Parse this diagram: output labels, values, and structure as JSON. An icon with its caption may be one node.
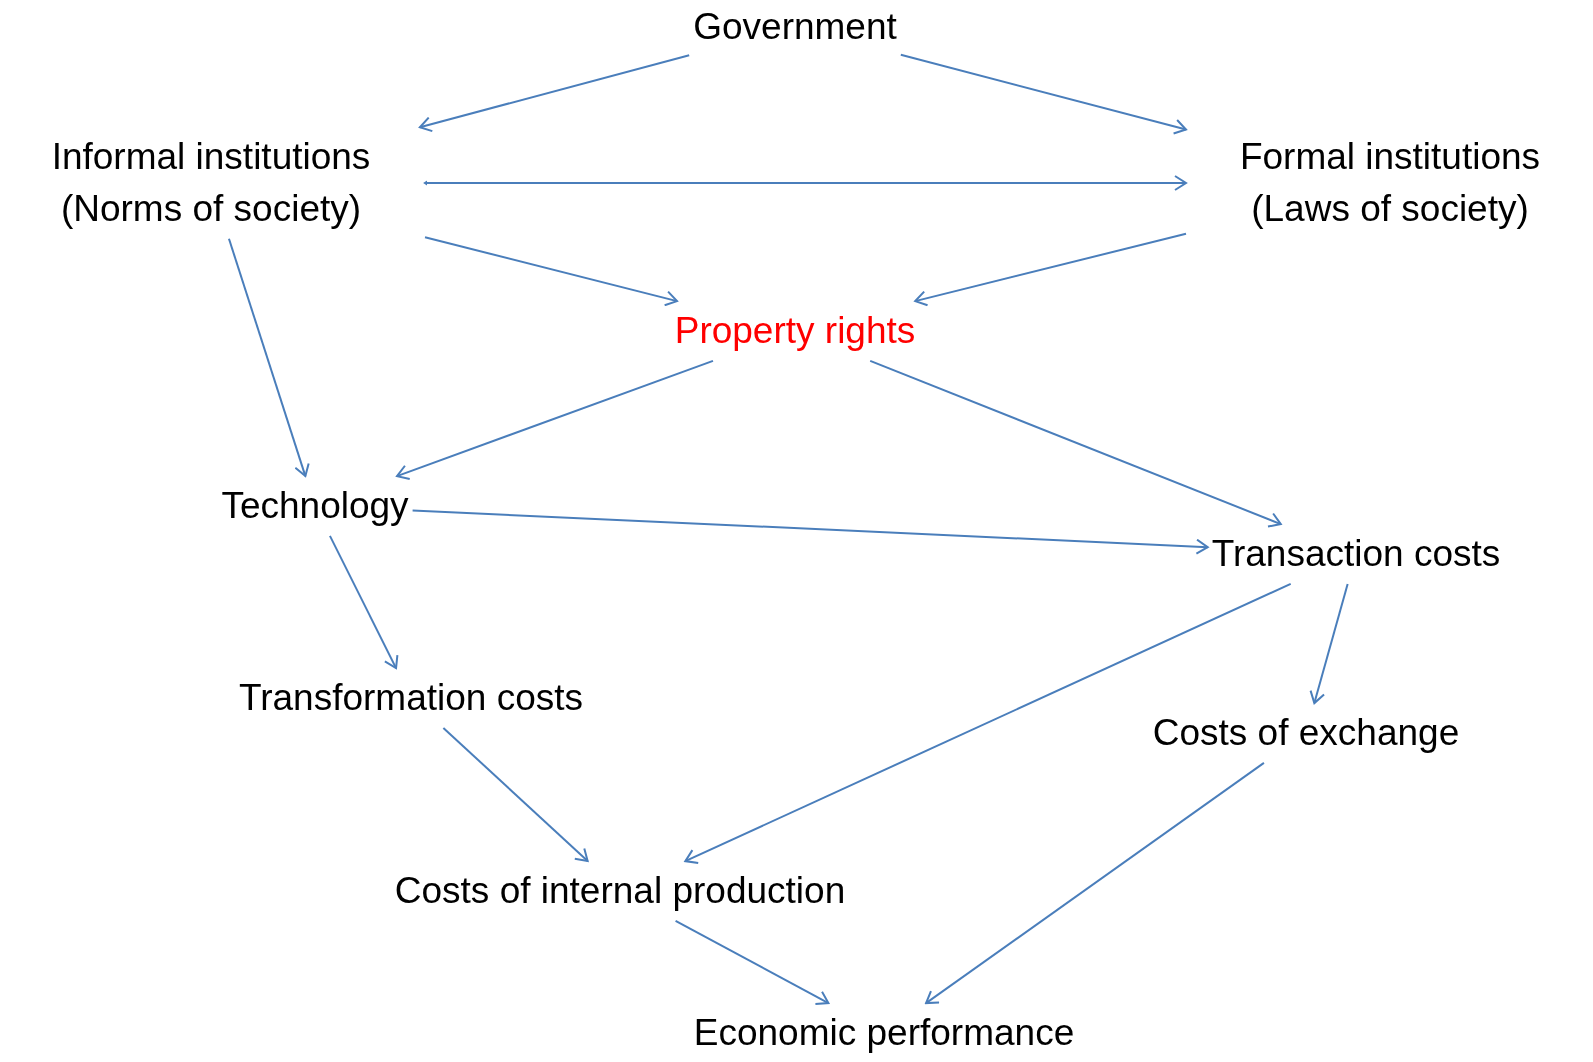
{
  "diagram": {
    "nodes": [
      {
        "text": [
          "Government"
        ]
      },
      {
        "text": [
          "Informal institutions (Norms of society)"
        ]
      },
      {
        "text": [
          "Formal institutions (Laws of society)"
        ]
      },
      {
        "text": [
          "Property rights"
        ]
      },
      {
        "text": [
          "Technology"
        ]
      },
      {
        "text": [
          "Transaction costs"
        ]
      },
      {
        "text": [
          "Transformation costs"
        ]
      },
      {
        "text": [
          "Costs of exchange"
        ]
      },
      {
        "text": [
          "Costs of internal production"
        ]
      },
      {
        "text": [
          "Economic performance"
        ]
      }
    ],
    "edges": [
      {
        "from": 0,
        "to": 1,
        "arrow": "to"
      },
      {
        "from": 0,
        "to": 2,
        "arrow": "to"
      },
      {
        "from": 1,
        "to": 2,
        "arrow": "both"
      },
      {
        "from": 1,
        "to": 3,
        "arrow": "to"
      },
      {
        "from": 2,
        "to": 3,
        "arrow": "to"
      },
      {
        "from": 1,
        "to": 4,
        "arrow": "to"
      },
      {
        "from": 3,
        "to": 4,
        "arrow": "to"
      },
      {
        "from": 3,
        "to": 5,
        "arrow": "to"
      },
      {
        "from": 4,
        "to": 5,
        "arrow": "to"
      },
      {
        "from": 4,
        "to": 6,
        "arrow": "to"
      },
      {
        "from": 5,
        "to": 8,
        "arrow": "to"
      },
      {
        "from": 6,
        "to": 8,
        "arrow": "to"
      },
      {
        "from": 5,
        "to": 7,
        "arrow": "to"
      },
      {
        "from": 8,
        "to": 9,
        "arrow": "to"
      },
      {
        "from": 7,
        "to": 9,
        "arrow": "to"
      }
    ]
  }
}
